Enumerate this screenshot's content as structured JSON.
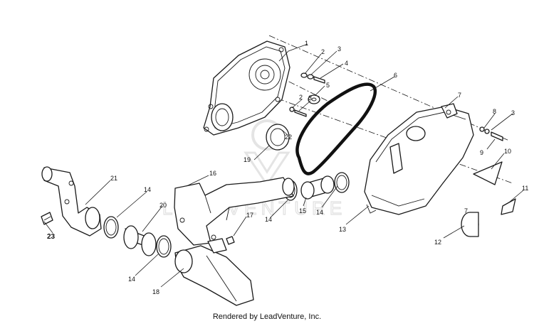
{
  "watermark": {
    "text": "LEADVENTURE"
  },
  "footer": {
    "credit": "Rendered by LeadVenture, Inc."
  },
  "callouts": {
    "c1": "1",
    "c2a": "2",
    "c2b": "2",
    "c3a": "3",
    "c3b": "3",
    "c3c": "3",
    "c4": "4",
    "c5": "5",
    "c6": "6",
    "c7a": "7",
    "c7b": "7",
    "c8": "8",
    "c9": "9",
    "c10": "10",
    "c11": "11",
    "c12": "12",
    "c13": "13",
    "c14a": "14",
    "c14b": "14",
    "c14c": "14",
    "c14d": "14",
    "c15": "15",
    "c16": "16",
    "c17": "17",
    "c18": "18",
    "c19": "19",
    "c20": "20",
    "c21": "21",
    "c22": "22",
    "c23": "23"
  }
}
